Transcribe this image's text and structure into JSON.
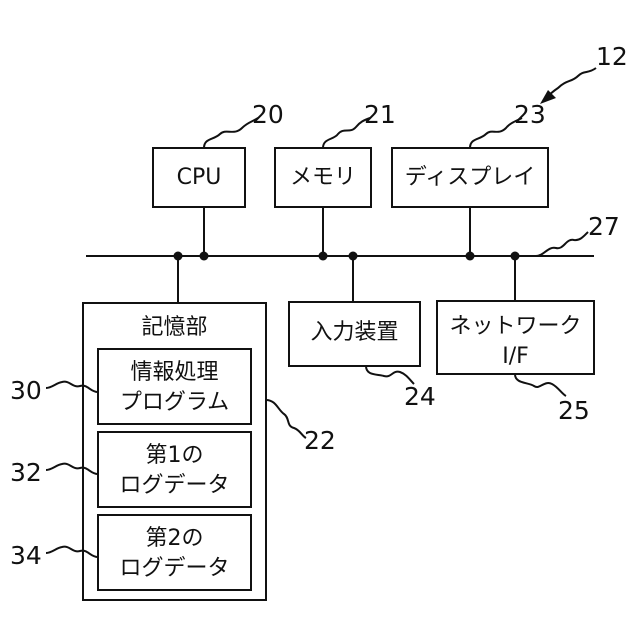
{
  "figure": {
    "ref_main": "12",
    "bus_ref": "27"
  },
  "components": {
    "cpu": {
      "label": "CPU",
      "ref": "20"
    },
    "memory": {
      "label": "メモリ",
      "ref": "21"
    },
    "display": {
      "label": "ディスプレイ",
      "ref": "23"
    },
    "input_device": {
      "label": "入力装置",
      "ref": "24"
    },
    "network_if": {
      "label_line1": "ネットワーク",
      "label_line2": "I/F",
      "ref": "25"
    },
    "storage": {
      "label": "記憶部",
      "ref": "22",
      "items": [
        {
          "line1": "情報処理",
          "line2": "プログラム",
          "ref": "30"
        },
        {
          "line1": "第1の",
          "line2": "ログデータ",
          "ref": "32"
        },
        {
          "line1": "第2の",
          "line2": "ログデータ",
          "ref": "34"
        }
      ]
    }
  },
  "colors": {
    "line": "#111111",
    "background": "#ffffff"
  }
}
